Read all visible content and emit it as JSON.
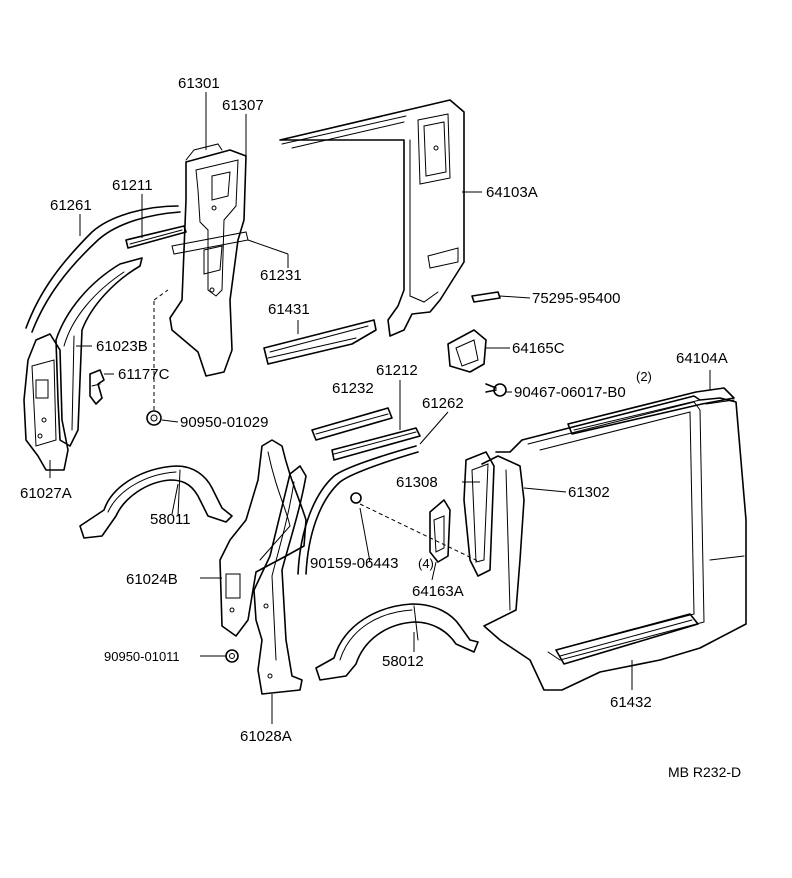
{
  "labels": {
    "p61301": "61301",
    "p61307": "61307",
    "p61211": "61211",
    "p61261": "61261",
    "p61231": "61231",
    "p61431": "61431",
    "p61023b": "61023B",
    "p61177c": "61177C",
    "p90950_01029": "90950-01029",
    "p61027a": "61027A",
    "p58011": "58011",
    "p64103a": "64103A",
    "p75295_95400": "75295-95400",
    "p64165c": "64165C",
    "p64104a": "64104A",
    "qty2": "(2)",
    "p90467_06017": "90467-06017-B0",
    "p61232": "61232",
    "p61212": "61212",
    "p61262": "61262",
    "p61308": "61308",
    "p61302": "61302",
    "p90159_06443": "90159-06443",
    "qty4": "(4)",
    "p64163a": "64163A",
    "p61024b": "61024B",
    "p90950_01011": "90950-01011",
    "p58012": "58012",
    "p61432": "61432",
    "p61028a": "61028A"
  },
  "reference_code": "MB R232-D"
}
